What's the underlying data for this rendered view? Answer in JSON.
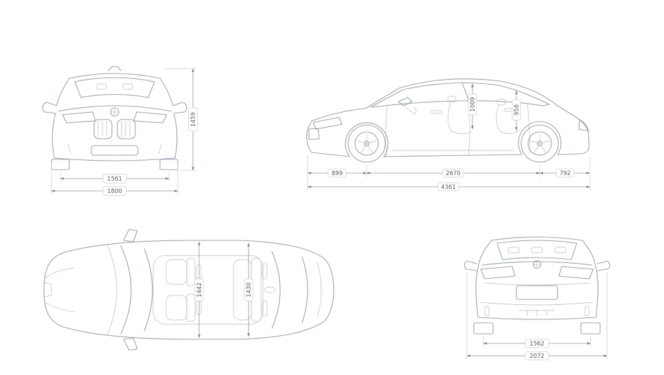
{
  "palette": {
    "background": "#ffffff",
    "car_line": "#9aa3ad",
    "dim_line": "#8b939c",
    "dim_text": "#545b63"
  },
  "views": {
    "front": {
      "dims": {
        "track": "1561",
        "overall_width": "1800",
        "overall_height": "1459"
      }
    },
    "side": {
      "dims": {
        "front_overhang": "899",
        "wheelbase": "2670",
        "rear_overhang": "792",
        "overall_length": "4361",
        "headroom_front": "1009",
        "headroom_rear": "956"
      }
    },
    "top": {
      "dims": {
        "shoulder_front": "1442",
        "shoulder_rear": "1430"
      }
    },
    "rear": {
      "dims": {
        "track": "1562",
        "width_incl_mirrors": "2072"
      }
    }
  }
}
